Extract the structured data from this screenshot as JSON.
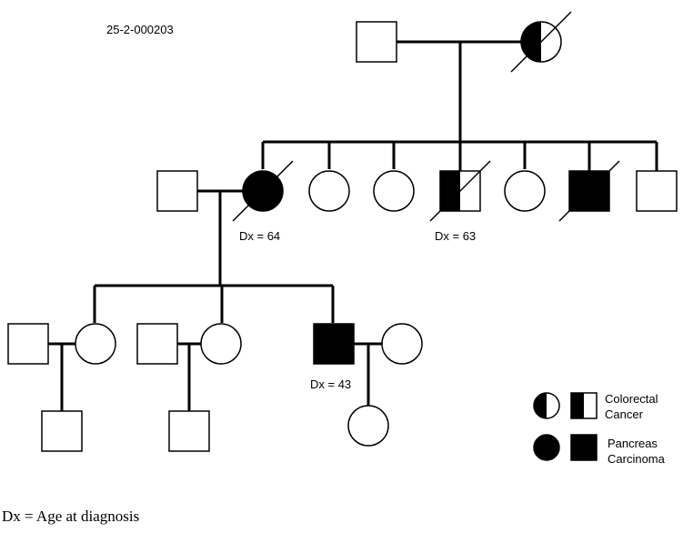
{
  "pedigree_id": "25-2-000203",
  "diagnosis_labels": {
    "gen2_female": "Dx = 64",
    "gen2_male": "Dx = 63",
    "gen3_male": "Dx = 43"
  },
  "legend": {
    "colorectal": [
      "Colorectal",
      "Cancer"
    ],
    "pancreas": [
      "Pancreas",
      "Carcinoma"
    ]
  },
  "footnote": "Dx = Age at diagnosis",
  "colors": {
    "line": "#000000",
    "fill": "#000000",
    "background": "#ffffff"
  }
}
